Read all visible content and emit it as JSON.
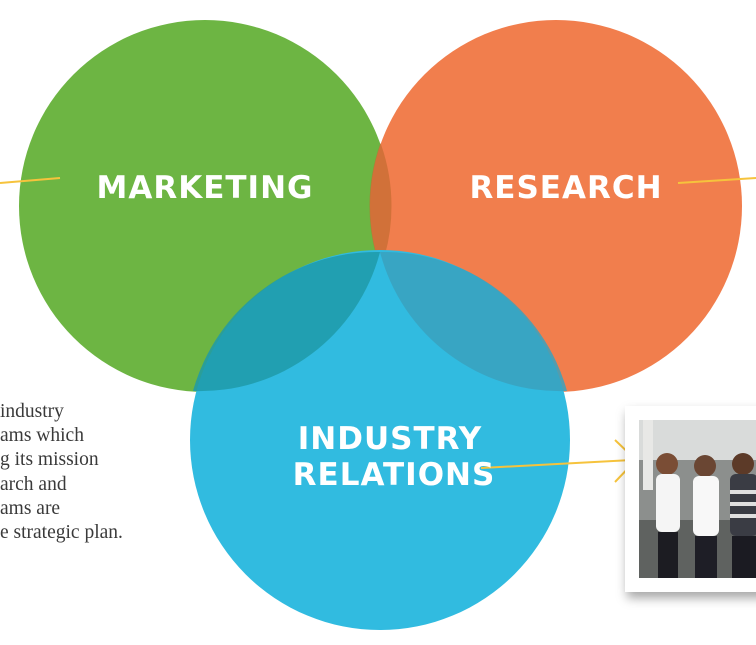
{
  "diagram": {
    "circles": [
      {
        "id": "marketing",
        "label": "MARKETING",
        "color": "#6db543"
      },
      {
        "id": "research",
        "label": "RESEARCH",
        "color": "#f17e4d"
      },
      {
        "id": "industry-relations",
        "label_lines": [
          "INDUSTRY",
          "RELATIONS"
        ],
        "color": "#31bbe0"
      }
    ],
    "connector_color": "#f6c33c"
  },
  "body_text": {
    "lines": [
      "industry",
      "ams which",
      "g its mission",
      "arch and",
      "ams are",
      "e strategic plan."
    ]
  },
  "photo": {
    "icon": "group-photo"
  }
}
